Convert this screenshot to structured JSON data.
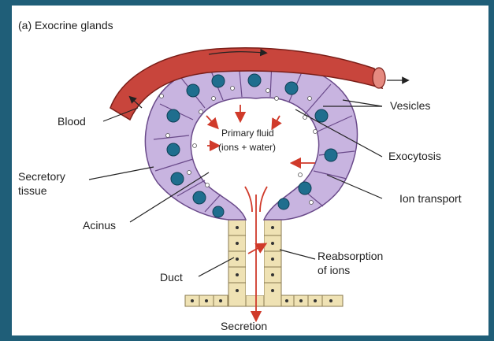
{
  "figure": {
    "title": "(a) Exocrine glands"
  },
  "labels": {
    "blood": "Blood",
    "vesicles": "Vesicles",
    "primary_fluid_line1": "Primary fluid",
    "primary_fluid_line2": "(ions + water)",
    "exocytosis": "Exocytosis",
    "secretory_line1": "Secretory",
    "secretory_line2": "tissue",
    "ion_transport": "Ion transport",
    "acinus": "Acinus",
    "reabsorption_line1": "Reabsorption",
    "reabsorption_line2": "of ions",
    "duct": "Duct",
    "secretion": "Secretion"
  },
  "colors": {
    "frame": "#1f5e78",
    "blood_vessel": "#c8453c",
    "cell_fill": "#c8b4e0",
    "cell_outline": "#6a4a8a",
    "nucleus": "#1f6e8e",
    "duct_cell": "#efe2b4",
    "arrow": "#d03a2a"
  }
}
